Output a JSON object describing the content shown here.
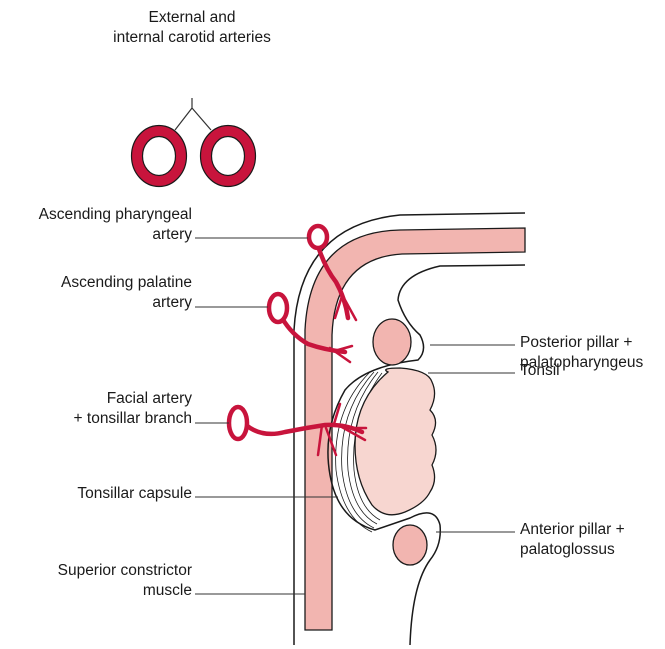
{
  "colors": {
    "artery": "#c8143c",
    "muscle": "#f2b5b0",
    "tonsil": "#f7d6d0",
    "pillar": "#f2b5b0",
    "outline": "#1a1a1a",
    "leader": "#333333"
  },
  "labels": {
    "carotid": [
      "External and",
      "internal carotid arteries"
    ],
    "asc_pharyngeal": [
      "Ascending pharyngeal",
      "artery"
    ],
    "asc_palatine": [
      "Ascending palatine",
      "artery"
    ],
    "facial": [
      "Facial artery",
      "+ tonsillar branch"
    ],
    "capsule": [
      "Tonsillar capsule"
    ],
    "constrictor": [
      "Superior constrictor",
      "muscle"
    ],
    "posterior_pillar": [
      "Posterior pillar +",
      "palatopharyngeus"
    ],
    "tonsil": [
      "Tonsil"
    ],
    "anterior_pillar": [
      "Anterior pillar +",
      "palatoglossus"
    ]
  }
}
